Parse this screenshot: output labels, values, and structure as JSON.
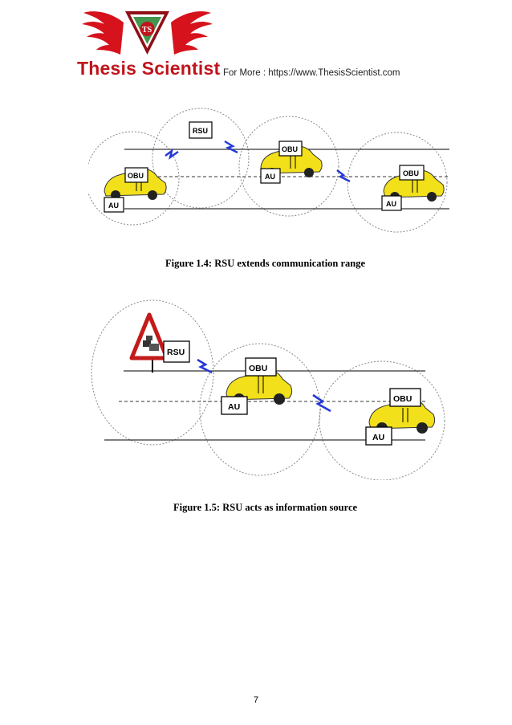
{
  "header": {
    "logo_text": "Thesis Scientist",
    "logo_monogram": "TS",
    "link_text": "For More : https://www.ThesisScientist.com"
  },
  "figure_1_4": {
    "caption": "Figure 1.4: RSU extends communication range",
    "labels": {
      "rsu": "RSU",
      "obu_left": "OBU",
      "au_left": "AU",
      "obu_mid": "OBU",
      "au_mid": "AU",
      "obu_right": "OBU",
      "au_right": "AU"
    }
  },
  "figure_1_5": {
    "caption": "Figure 1.5: RSU acts as information source",
    "labels": {
      "rsu": "RSU",
      "obu_mid": "OBU",
      "au_mid": "AU",
      "obu_right": "OBU",
      "au_right": "AU"
    }
  },
  "footer": {
    "page_number": "7"
  },
  "colors": {
    "brand_red": "#c0141c",
    "car_yellow": "#f2e01a",
    "signal_blue": "#2438d8"
  },
  "icons": [
    "wings-logo-icon",
    "car-icon",
    "warning-sign-icon",
    "lightning-signal-icon"
  ]
}
